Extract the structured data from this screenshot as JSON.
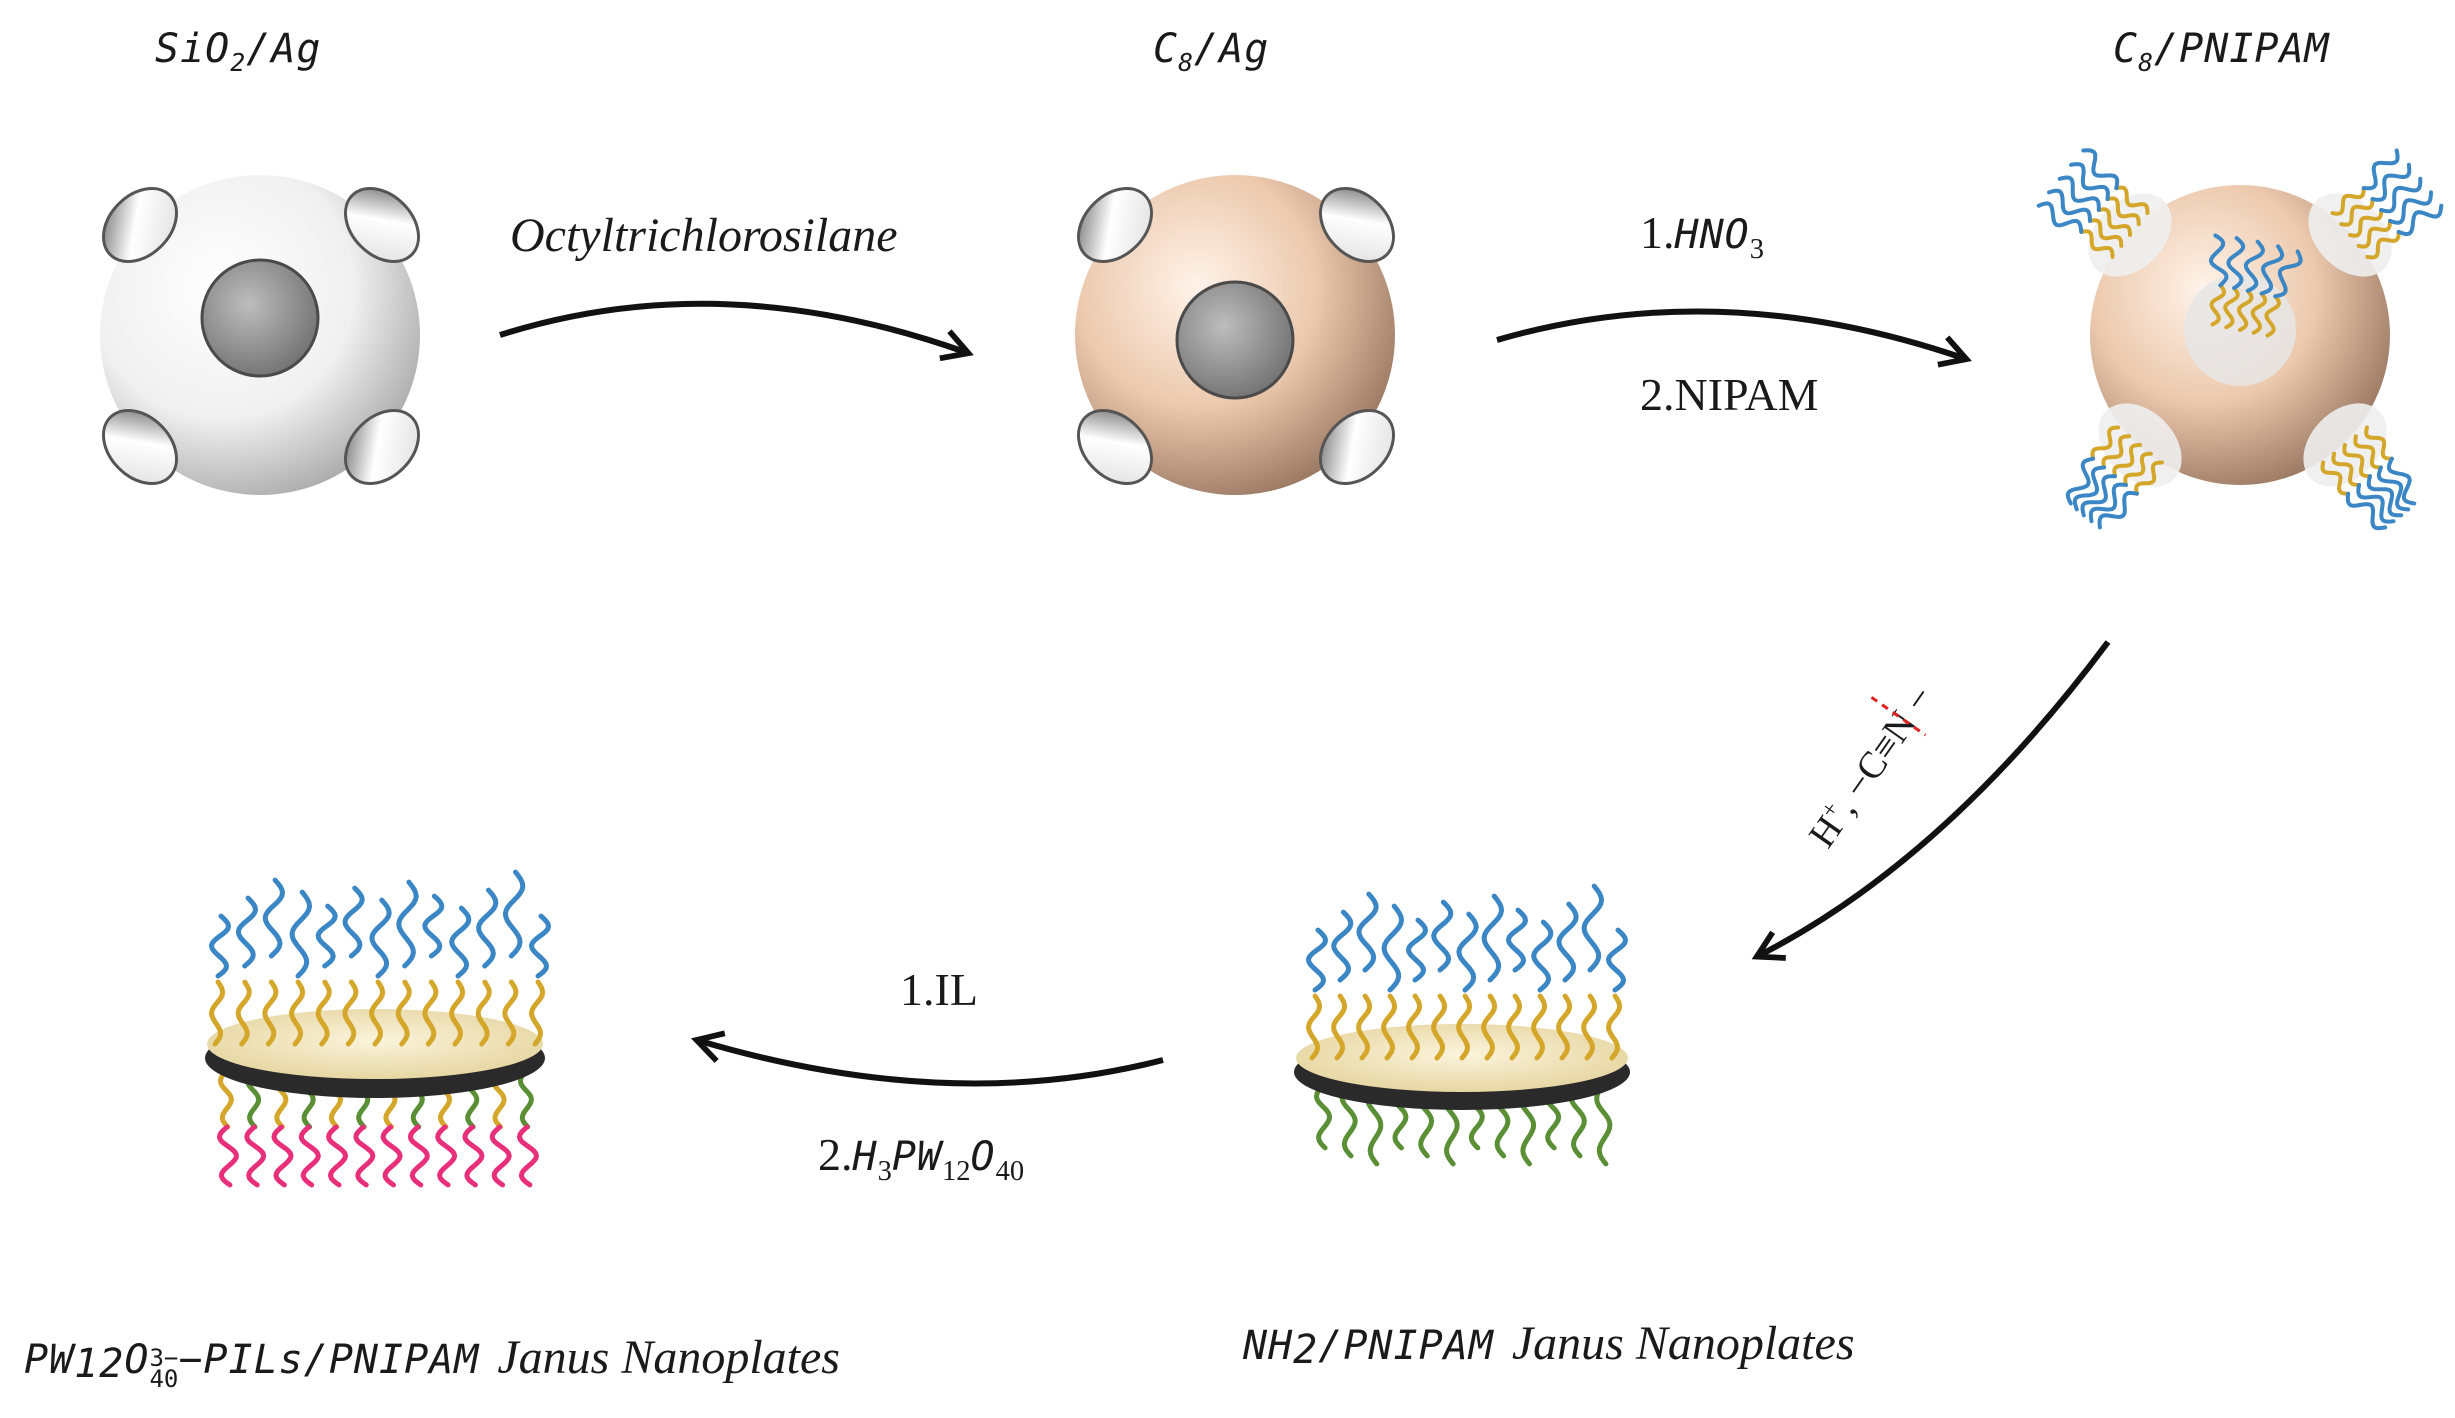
{
  "compounds": {
    "sio2_ag": {
      "main": "SiO",
      "sub": "2",
      "rest": "/Ag"
    },
    "c8_ag": {
      "main": "C",
      "sub": "8",
      "rest": "/Ag"
    },
    "c8_pnipam": {
      "main": "C",
      "sub": "8",
      "rest": "/PNIPAM"
    },
    "nh2_pnipam": {
      "main": "NH",
      "sub": "2",
      "rest": "/PNIPAM",
      "suffix": "Janus Nanoplates"
    },
    "pw_pils": {
      "pre": "PW",
      "sub1": "12",
      "o": "O",
      "sub2": "40",
      "sup": "3−",
      "rest": "−PILs/PNIPAM",
      "suffix": "Janus Nanoplates"
    }
  },
  "steps": {
    "step1": {
      "reagent": "Octyltrichlorosilane"
    },
    "step2": {
      "line1_prefix": "1.",
      "line1_main": "HNO",
      "line1_sub": "3",
      "line2": "2.NIPAM"
    },
    "step3": {
      "text_prefix": "H",
      "text_sup": "+",
      "text_rest": ", −C",
      "bond": "≡",
      "text_end": "N −"
    },
    "step4": {
      "line1": "1.IL",
      "line2_prefix": "2.",
      "h": "H",
      "h_sub": "3",
      "pw": "PW",
      "pw_sub": "12",
      "o": "O",
      "o_sub": "40"
    }
  },
  "colors": {
    "silica_sphere": "#f2f2f2",
    "c8_sphere": "#ecc9ad",
    "silver_patch": "#9a9a9a",
    "pnipam_chain": "#3b86c4",
    "c8_chain": "#d4a62a",
    "nh2_chain": "#5a8f36",
    "pils_chain": "#e8307a",
    "plate": "#f2e6bf",
    "arrow": "#111111"
  }
}
